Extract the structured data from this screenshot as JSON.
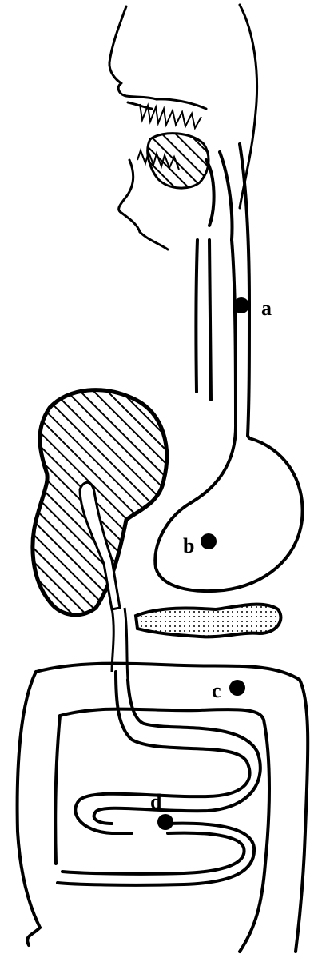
{
  "diagram": {
    "markers": [
      {
        "id": "a",
        "label": "a",
        "organ": "esophagus"
      },
      {
        "id": "b",
        "label": "b",
        "organ": "stomach"
      },
      {
        "id": "c",
        "label": "c",
        "organ": "large-intestine"
      },
      {
        "id": "d",
        "label": "d",
        "organ": "small-intestine"
      }
    ],
    "colors": {
      "ink": "#000000",
      "paper": "#ffffff"
    }
  }
}
